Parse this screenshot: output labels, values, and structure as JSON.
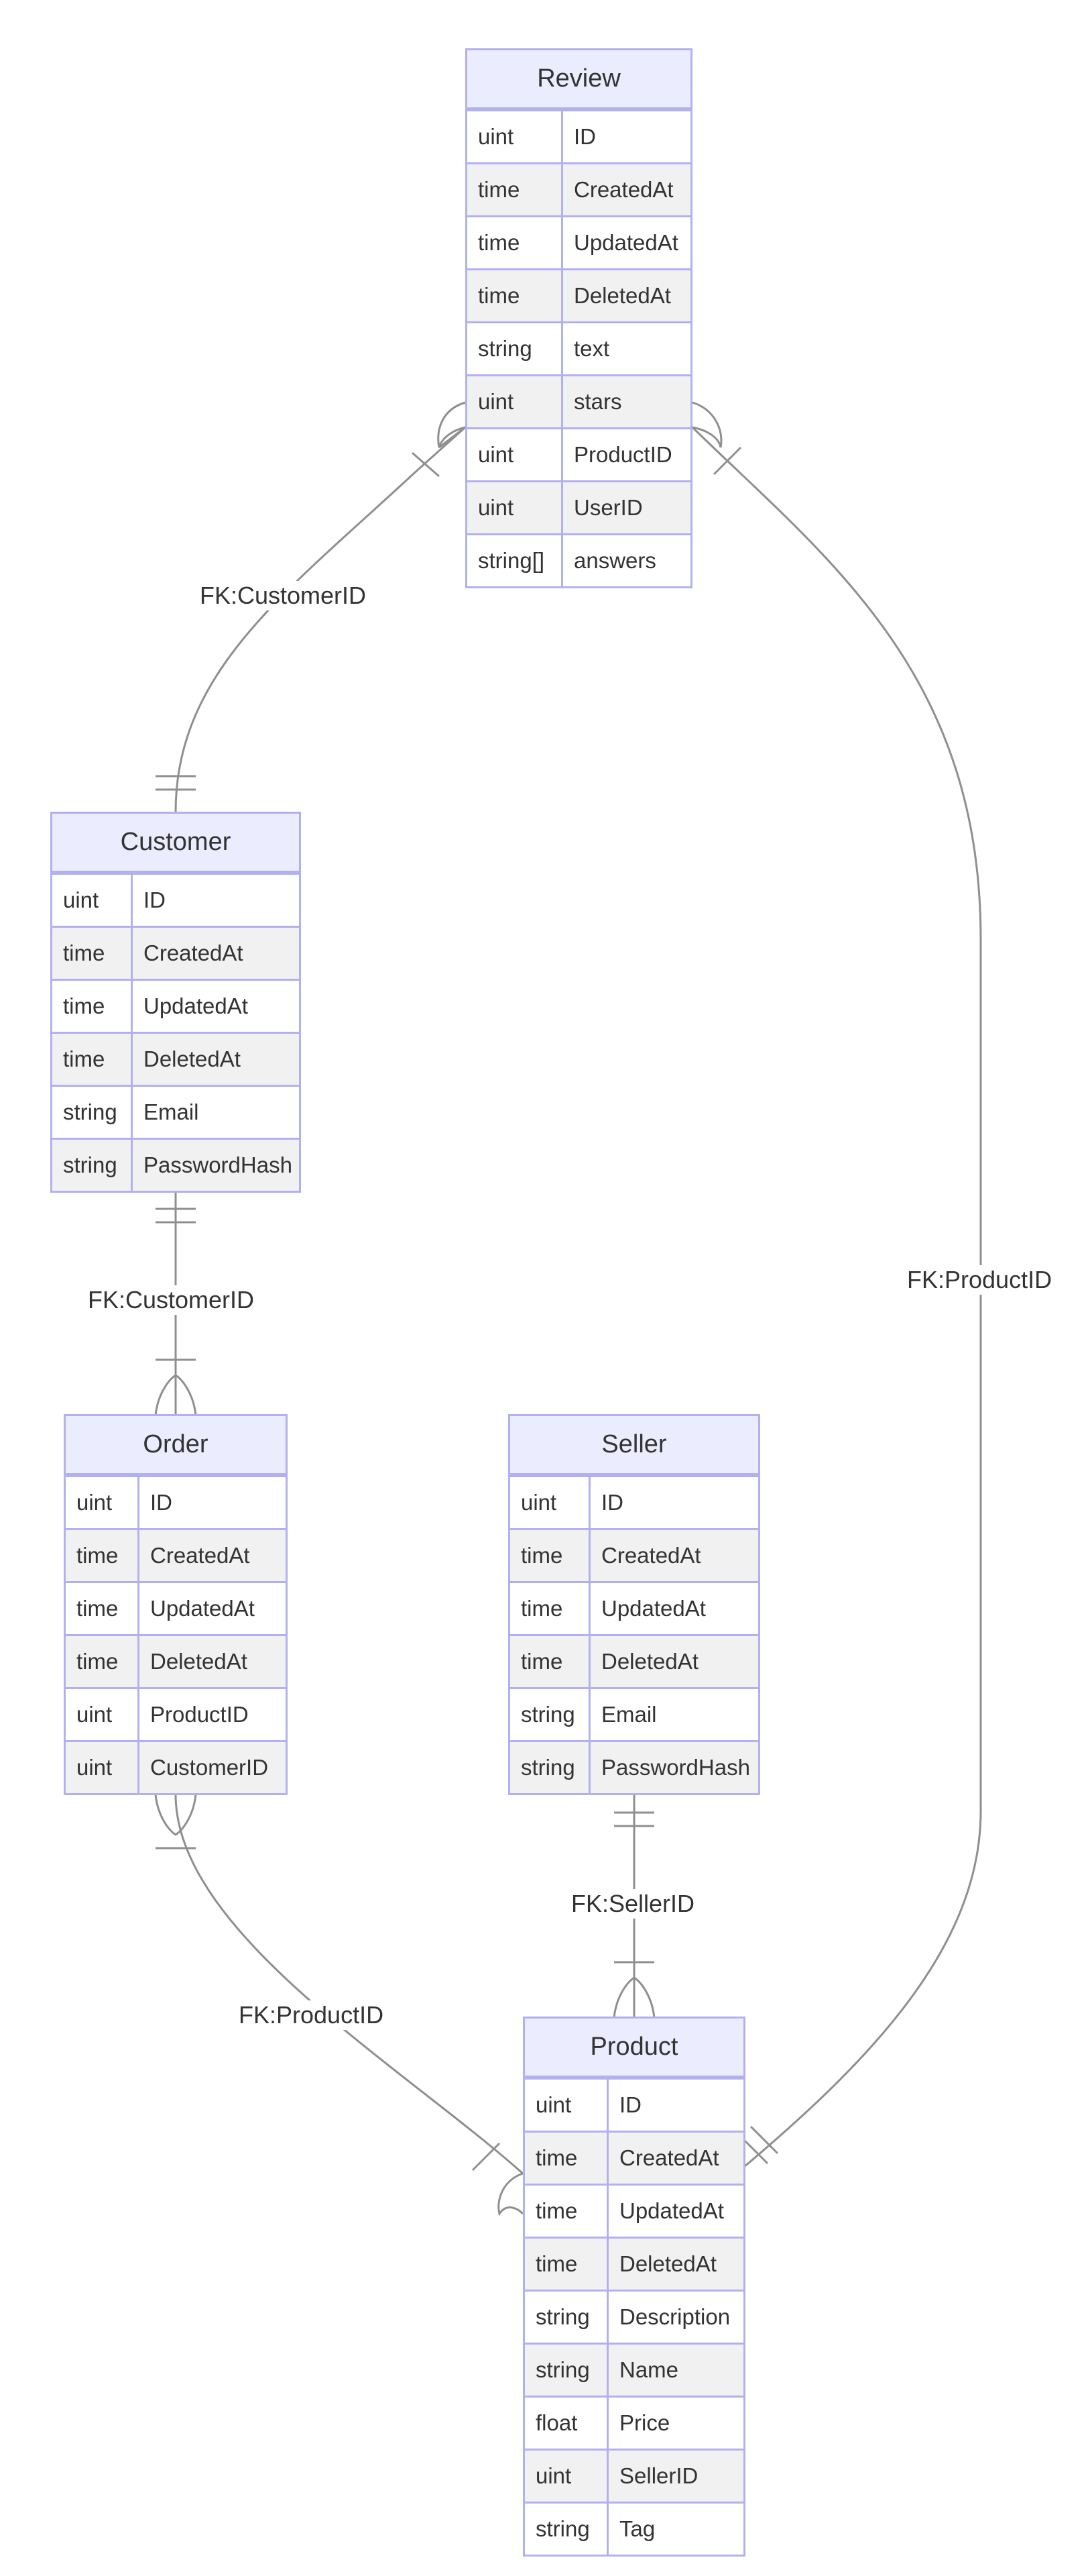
{
  "entities": {
    "review": {
      "title": "Review",
      "attributes": [
        {
          "type": "uint",
          "name": "ID"
        },
        {
          "type": "time",
          "name": "CreatedAt"
        },
        {
          "type": "time",
          "name": "UpdatedAt"
        },
        {
          "type": "time",
          "name": "DeletedAt"
        },
        {
          "type": "string",
          "name": "text"
        },
        {
          "type": "uint",
          "name": "stars"
        },
        {
          "type": "uint",
          "name": "ProductID"
        },
        {
          "type": "uint",
          "name": "UserID"
        },
        {
          "type": "string[]",
          "name": "answers"
        }
      ]
    },
    "customer": {
      "title": "Customer",
      "attributes": [
        {
          "type": "uint",
          "name": "ID"
        },
        {
          "type": "time",
          "name": "CreatedAt"
        },
        {
          "type": "time",
          "name": "UpdatedAt"
        },
        {
          "type": "time",
          "name": "DeletedAt"
        },
        {
          "type": "string",
          "name": "Email"
        },
        {
          "type": "string",
          "name": "PasswordHash"
        }
      ]
    },
    "order": {
      "title": "Order",
      "attributes": [
        {
          "type": "uint",
          "name": "ID"
        },
        {
          "type": "time",
          "name": "CreatedAt"
        },
        {
          "type": "time",
          "name": "UpdatedAt"
        },
        {
          "type": "time",
          "name": "DeletedAt"
        },
        {
          "type": "uint",
          "name": "ProductID"
        },
        {
          "type": "uint",
          "name": "CustomerID"
        }
      ]
    },
    "seller": {
      "title": "Seller",
      "attributes": [
        {
          "type": "uint",
          "name": "ID"
        },
        {
          "type": "time",
          "name": "CreatedAt"
        },
        {
          "type": "time",
          "name": "UpdatedAt"
        },
        {
          "type": "time",
          "name": "DeletedAt"
        },
        {
          "type": "string",
          "name": "Email"
        },
        {
          "type": "string",
          "name": "PasswordHash"
        }
      ]
    },
    "product": {
      "title": "Product",
      "attributes": [
        {
          "type": "uint",
          "name": "ID"
        },
        {
          "type": "time",
          "name": "CreatedAt"
        },
        {
          "type": "time",
          "name": "UpdatedAt"
        },
        {
          "type": "time",
          "name": "DeletedAt"
        },
        {
          "type": "string",
          "name": "Description"
        },
        {
          "type": "string",
          "name": "Name"
        },
        {
          "type": "float",
          "name": "Price"
        },
        {
          "type": "uint",
          "name": "SellerID"
        },
        {
          "type": "string",
          "name": "Tag"
        }
      ]
    }
  },
  "relationships": [
    {
      "label": "FK:CustomerID",
      "from": "Customer",
      "to": "Review"
    },
    {
      "label": "FK:ProductID",
      "from": "Product",
      "to": "Review"
    },
    {
      "label": "FK:CustomerID",
      "from": "Customer",
      "to": "Order"
    },
    {
      "label": "FK:SellerID",
      "from": "Seller",
      "to": "Product"
    },
    {
      "label": "FK:ProductID",
      "from": "Order",
      "to": "Product"
    }
  ],
  "colors": {
    "entity_border": "#b3b0f0",
    "entity_header": "#ececff",
    "row_alt": "#f1f1f1",
    "edge": "#8f8f8f"
  }
}
